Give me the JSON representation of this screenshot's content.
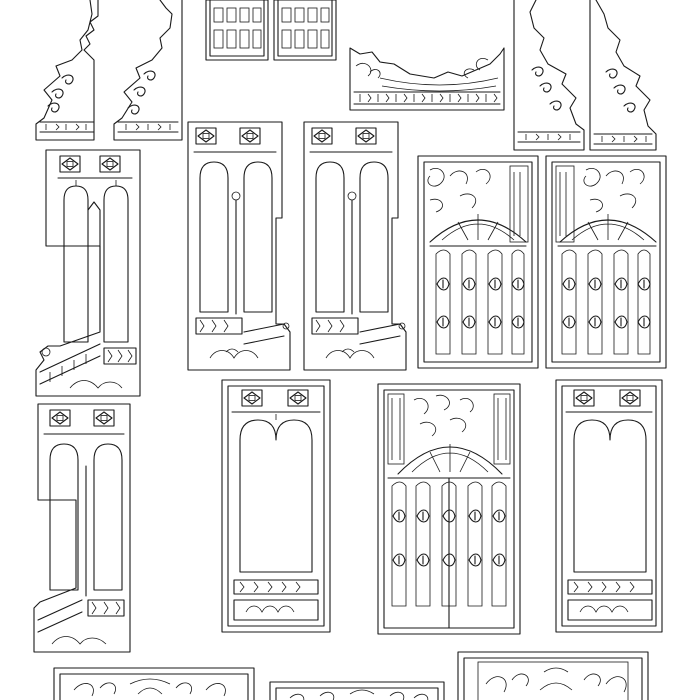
{
  "sheet": {
    "ink_color": "#1a1a1a",
    "background_color": "#ffffff"
  },
  "panel_types": [
    "corner-bracket",
    "shutter-window",
    "arch-top-valance",
    "twin-arch-panel",
    "arabesque-door",
    "single-arch-door",
    "bottom-frieze"
  ]
}
